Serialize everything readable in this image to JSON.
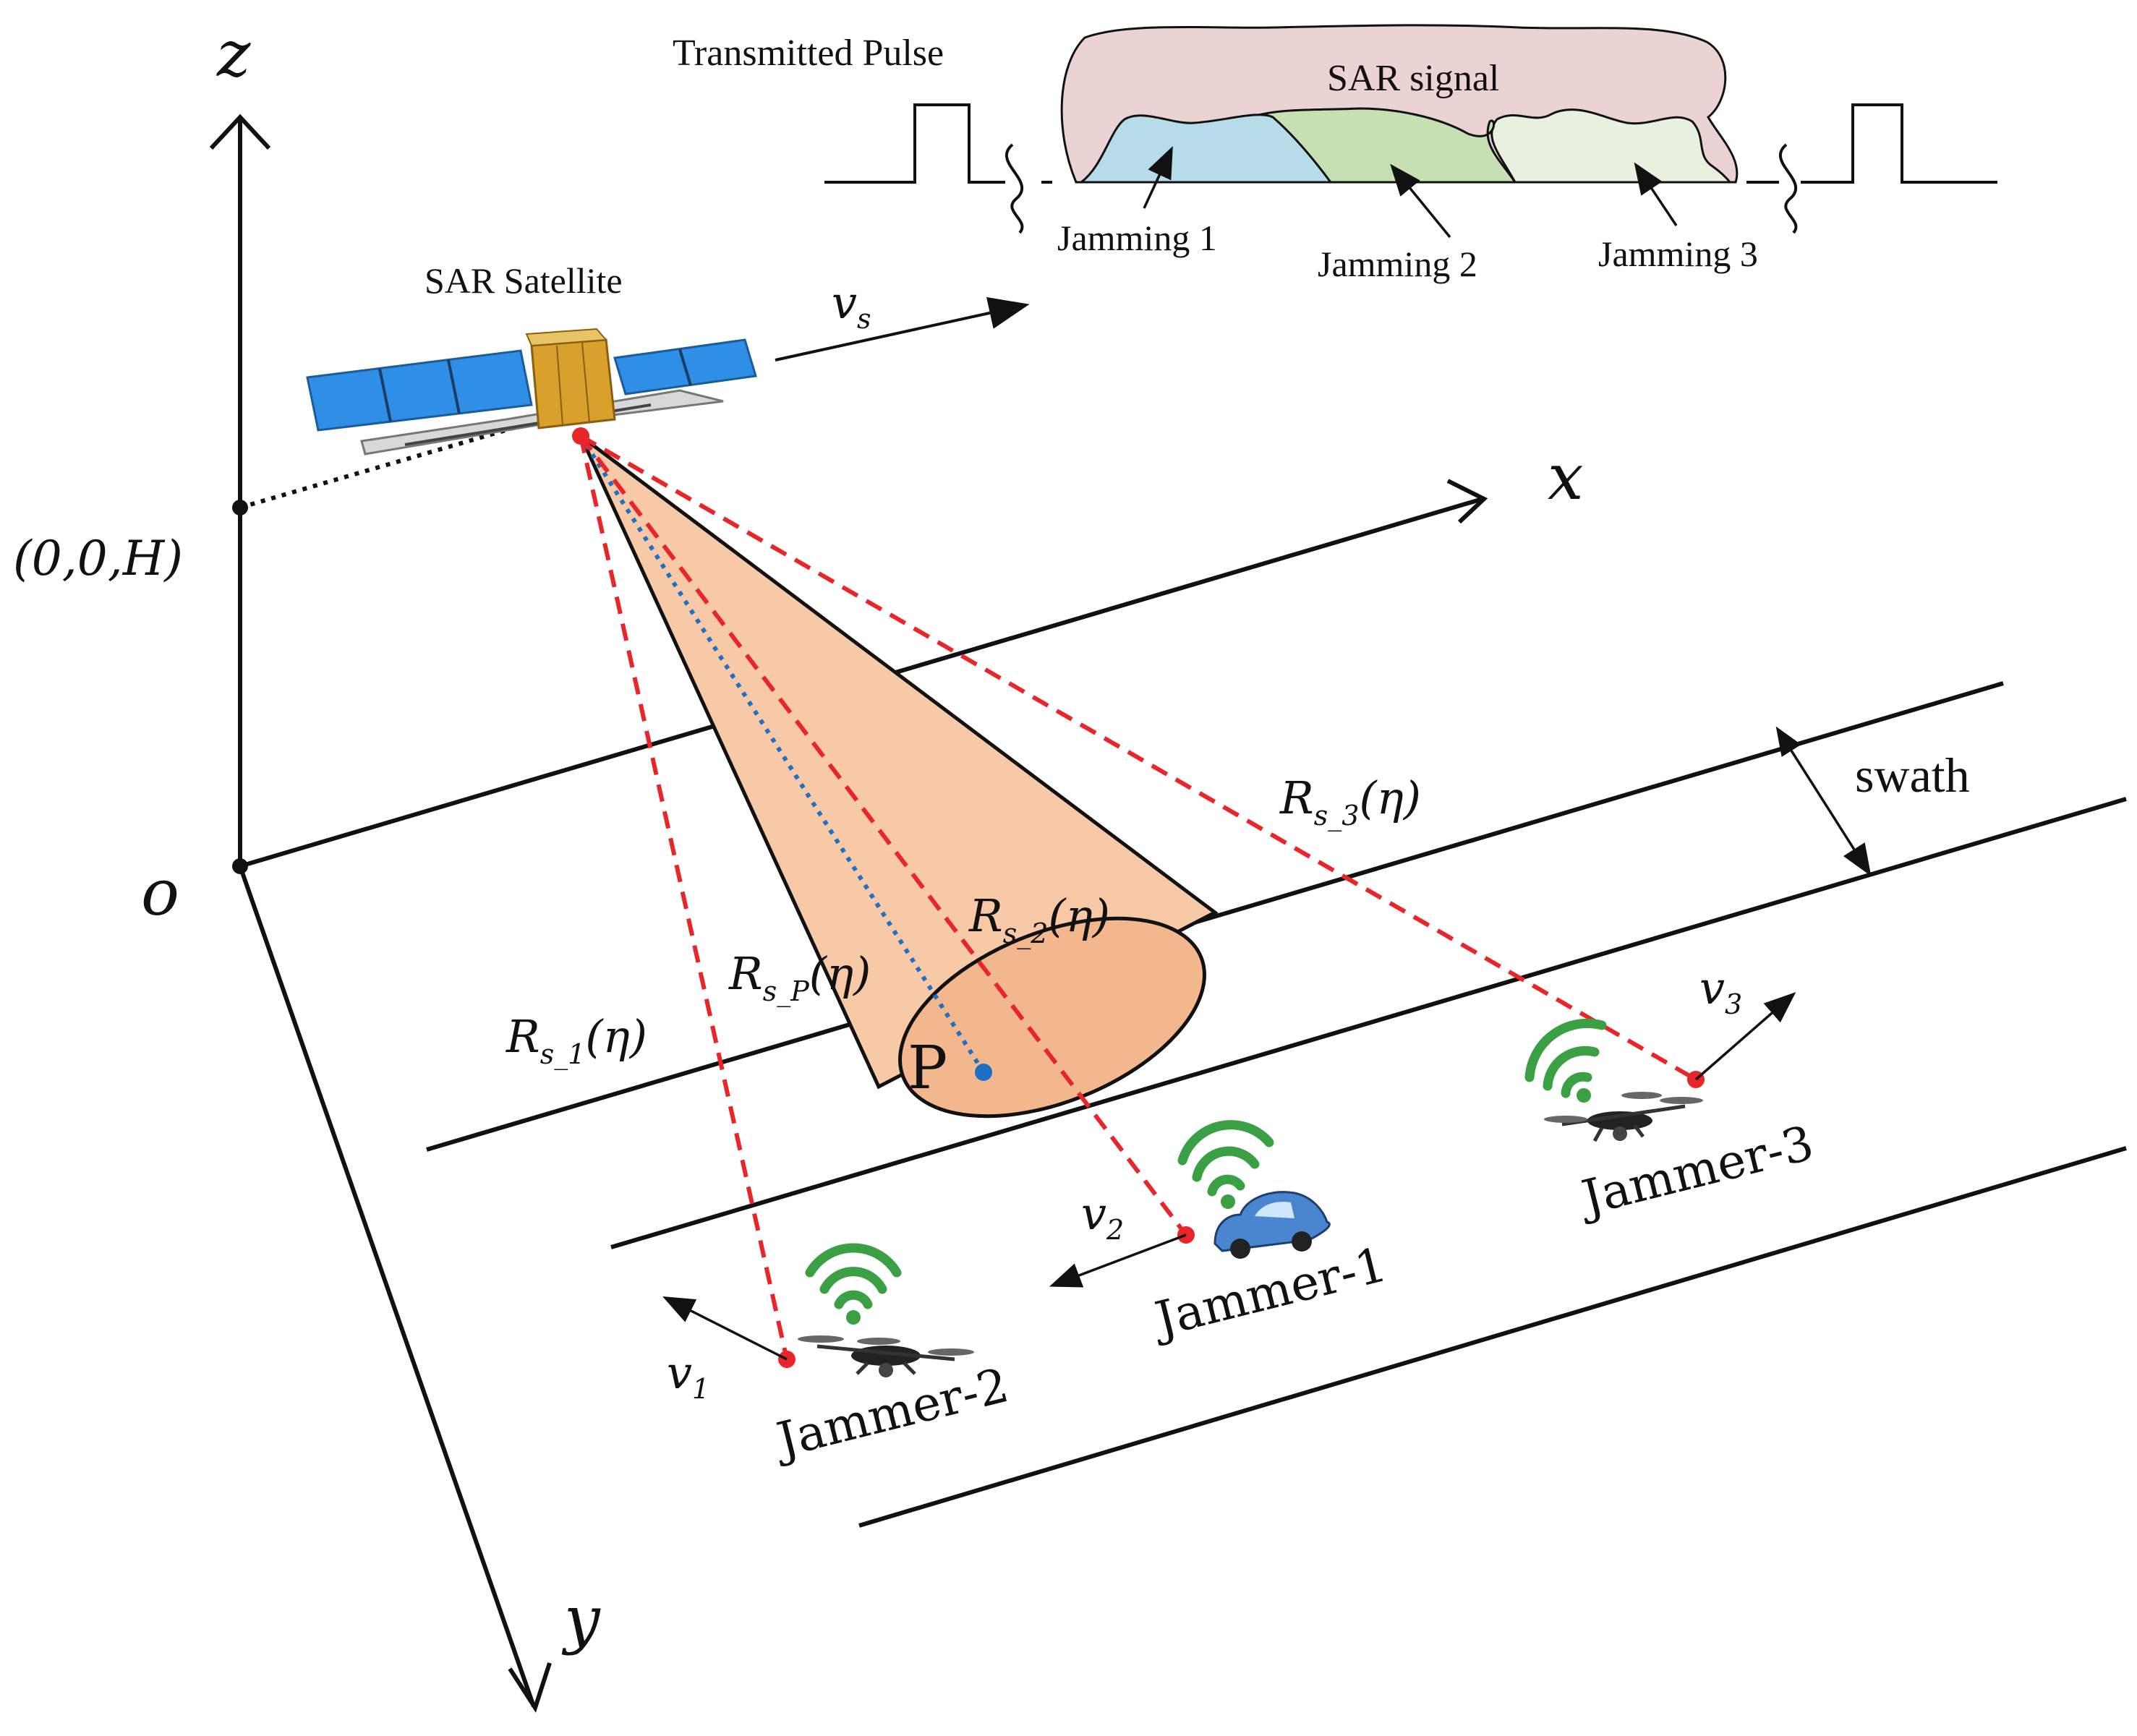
{
  "axes": {
    "z_label": "z",
    "x_label": "x",
    "y_label": "y",
    "origin_label": "o",
    "satellite_point_label": "(0,0,H)"
  },
  "pulse": {
    "title": "Transmitted Pulse",
    "sar_signal_label": "SAR signal",
    "jamming_labels": [
      "Jamming 1",
      "Jamming 2",
      "Jamming 3"
    ]
  },
  "satellite": {
    "label": "SAR Satellite",
    "velocity_base": "v",
    "velocity_sub": "s"
  },
  "ranges": [
    {
      "base": "R",
      "sub": "s_1",
      "arg": "(η)"
    },
    {
      "base": "R",
      "sub": "s_P",
      "arg": "(η)"
    },
    {
      "base": "R",
      "sub": "s_2",
      "arg": "(η)"
    },
    {
      "base": "R",
      "sub": "s_3",
      "arg": "(η)"
    }
  ],
  "target_label": "P",
  "swath_label": "swath",
  "jammers": [
    {
      "name": "Jammer-2",
      "vel_base": "v",
      "vel_sub": "1"
    },
    {
      "name": "Jammer-1",
      "vel_base": "v",
      "vel_sub": "2"
    },
    {
      "name": "Jammer-3",
      "vel_base": "v",
      "vel_sub": "3"
    }
  ],
  "colors": {
    "line": "#111111",
    "red_dash": "#e8262a",
    "blue_dot": "#1f6fc4",
    "cone_fill": "#f7c9a6",
    "cone_end": "#f3b78e",
    "sar_signal_fill": "#ecd3d3",
    "jam1_fill": "#b6dcea",
    "jam2_fill": "#c6e0b4",
    "jam3_fill": "#e8f0de",
    "wifi_green": "#3aa043",
    "car_blue": "#4a86cf",
    "panel_blue": "#2f8ee6",
    "body_gold": "#d9a12b"
  }
}
